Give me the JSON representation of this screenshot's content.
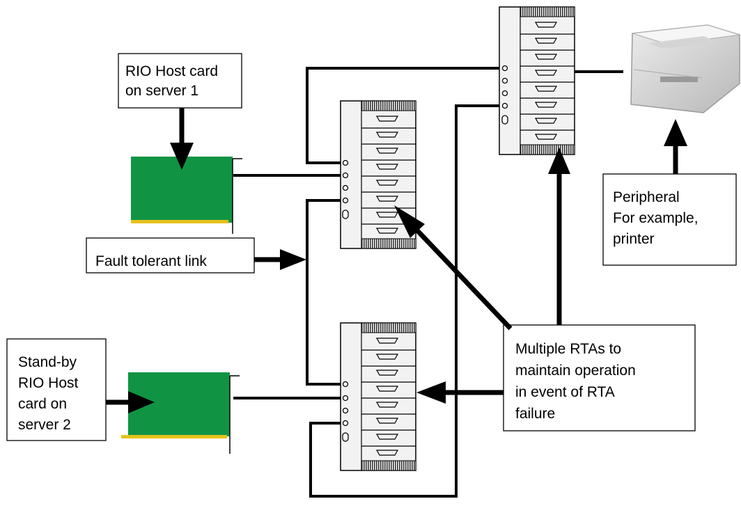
{
  "labels": {
    "rio_host_1": [
      "RIO Host card",
      "on server 1"
    ],
    "fault_tolerant": [
      "Fault tolerant link"
    ],
    "standby": [
      "Stand-by",
      "RIO Host",
      "card on",
      "server 2"
    ],
    "peripheral": [
      "Peripheral",
      "For example,",
      "printer"
    ],
    "multiple_rtas": [
      "Multiple RTAs to",
      "maintain operation",
      "in event of RTA",
      "failure"
    ]
  },
  "colors": {
    "card": "#109444",
    "card_edge": "#e6c21c",
    "rta_body": "#f2f2f2",
    "line": "#000000"
  },
  "icons": {
    "card": "expansion-card-icon",
    "rta": "remote-terminal-adapter-icon",
    "printer": "printer-icon"
  }
}
